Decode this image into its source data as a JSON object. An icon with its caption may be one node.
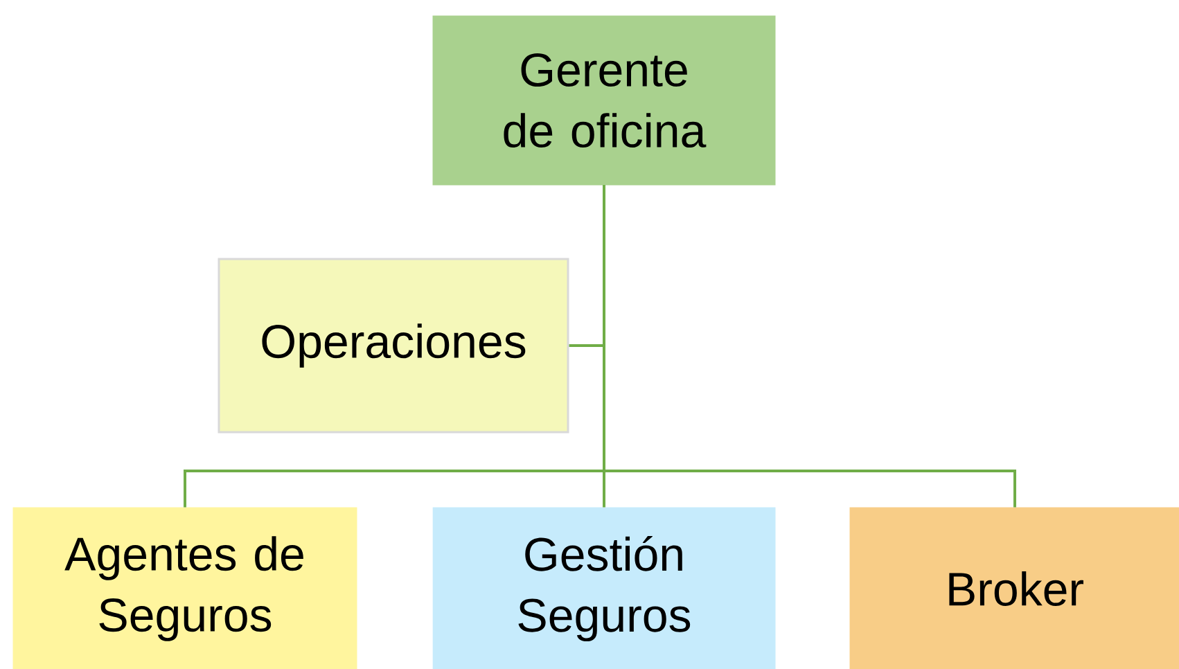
{
  "diagram": {
    "nodes": [
      {
        "text": [
          "Gerente de oficina"
        ]
      },
      {
        "text": [
          "Operaciones"
        ]
      },
      {
        "text": [
          "Agentes de Seguros"
        ]
      },
      {
        "text": [
          "Gestión Seguros"
        ]
      },
      {
        "text": [
          "Broker"
        ]
      }
    ],
    "edges": [
      {
        "from": 0,
        "to": 1,
        "arrow": "none"
      },
      {
        "from": 0,
        "to": 2,
        "arrow": "none"
      },
      {
        "from": 0,
        "to": 3,
        "arrow": "none"
      },
      {
        "from": 0,
        "to": 4,
        "arrow": "none"
      }
    ]
  }
}
